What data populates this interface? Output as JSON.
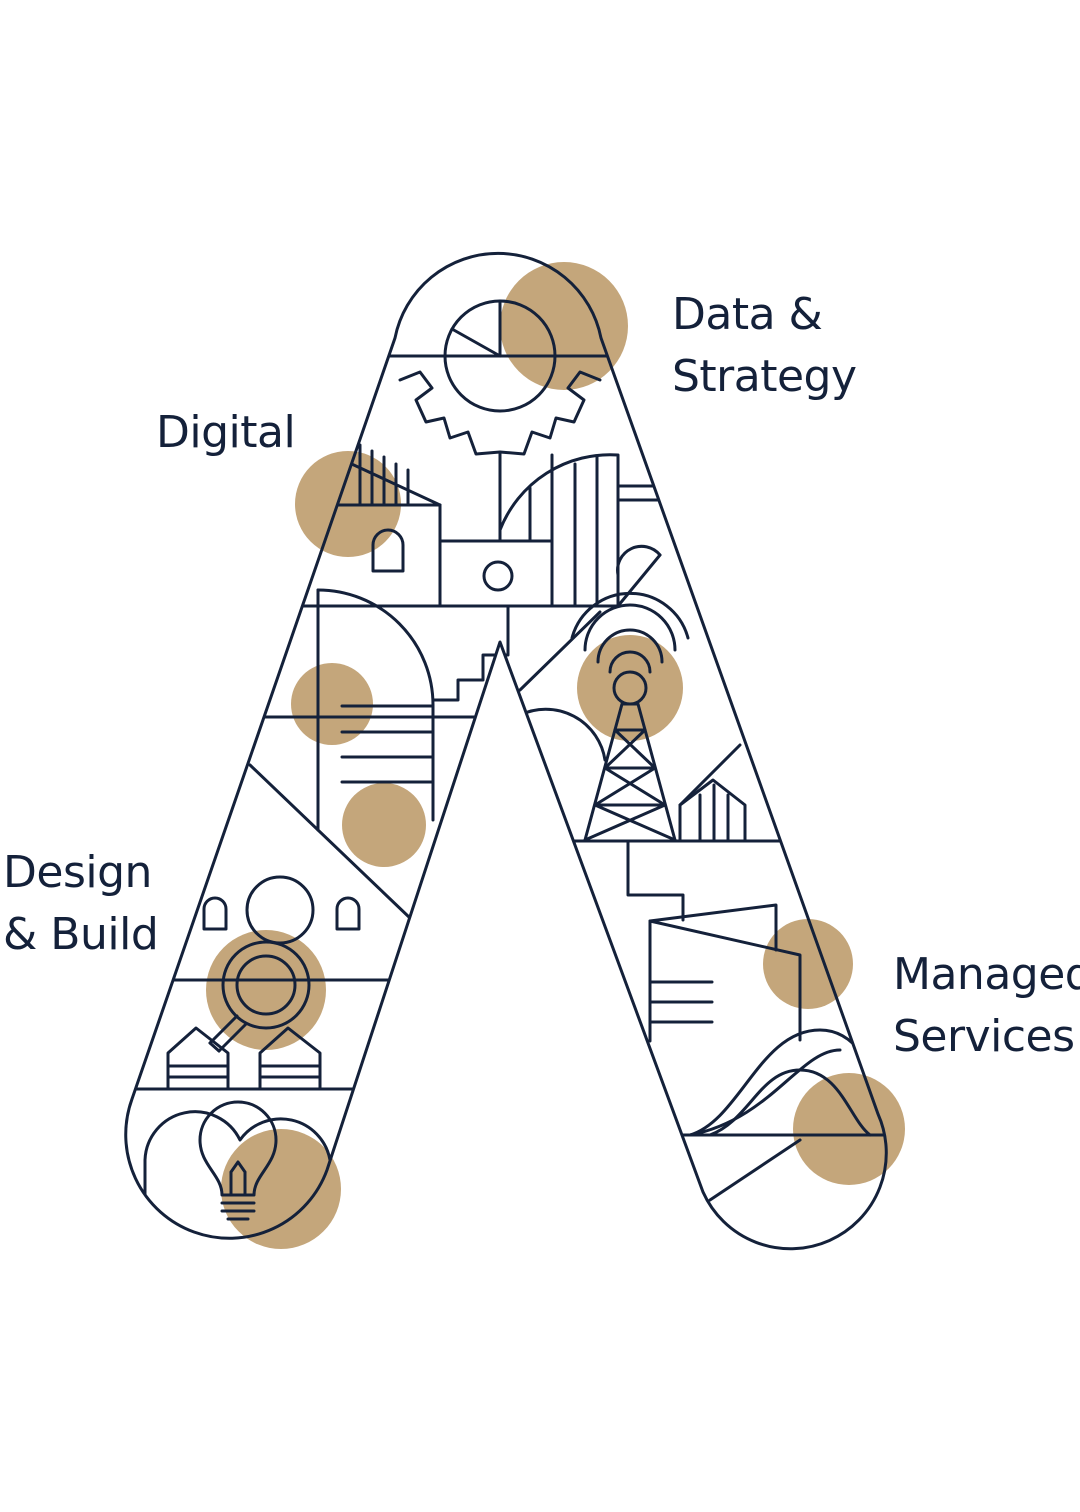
{
  "colors": {
    "ink": "#14213a",
    "accent": "#c4a67b",
    "background": "#ffffff"
  },
  "labels": {
    "data_strategy": {
      "line1": "Data &",
      "line2": "Strategy"
    },
    "digital": {
      "line1": "Digital"
    },
    "design_build": {
      "line1": "Design",
      "line2": "& Build"
    },
    "managed_services": {
      "line1": "Managed",
      "line2": "Services"
    }
  },
  "icons": [
    "pie-chart-icon",
    "gear-icon",
    "lighthouse-icon",
    "radio-tower-icon",
    "wifi-signal-icon",
    "magnifier-icon",
    "lightbulb-icon",
    "bell-curve-icon",
    "staircase-icon",
    "house-icon",
    "document-icon"
  ]
}
